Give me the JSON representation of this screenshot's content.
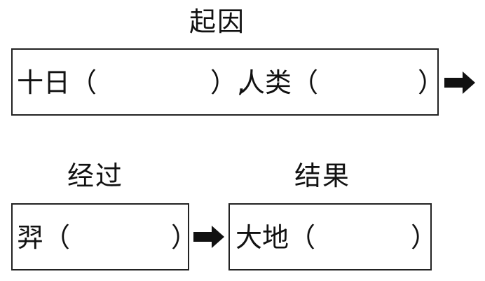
{
  "diagram": {
    "cause": {
      "heading": "起因",
      "part1_label": "十日（",
      "part1_close": "）,",
      "part2_label": "人类（",
      "part2_close": "）"
    },
    "process": {
      "heading": "经过",
      "label": "羿（",
      "close": "）"
    },
    "result": {
      "heading": "结果",
      "label": "大地（",
      "close": "）"
    }
  }
}
